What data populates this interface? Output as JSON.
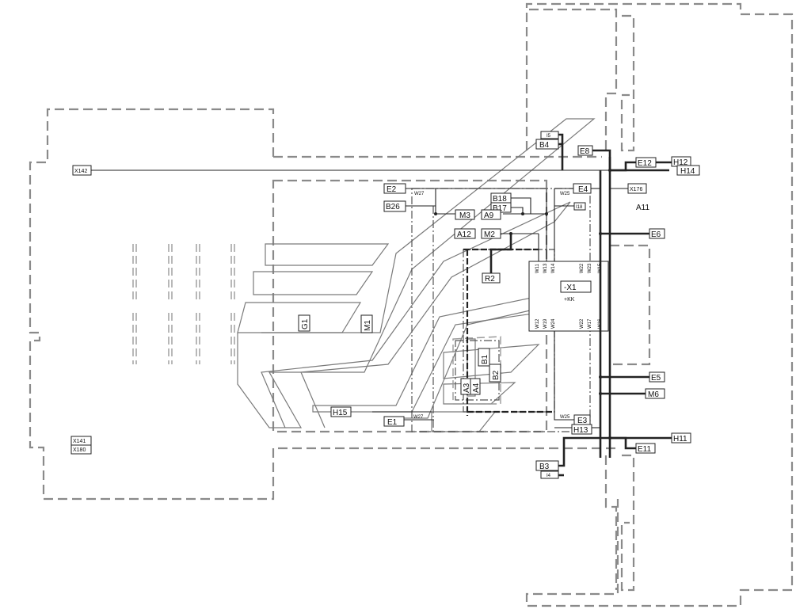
{
  "components": {
    "X142": "X142",
    "X141": "X141",
    "X180": "X180",
    "I5": "I5",
    "B4": "B4",
    "E8": "E8",
    "E12": "E12",
    "H12": "H12",
    "H14": "H14",
    "E2": "E2",
    "E4": "E4",
    "X176": "X176",
    "B18": "B18",
    "B17": "B17",
    "I18": "I18",
    "B26": "B26",
    "M3": "M3",
    "A9": "A9",
    "A11": "A11",
    "A12": "A12",
    "M2": "M2",
    "E6": "E6",
    "R2": "R2",
    "X1": "-X1",
    "KK": "+KK",
    "G1": "G1",
    "M1": "M1",
    "B1": "B1",
    "B2": "B2",
    "A3": "A3",
    "A4": "A4",
    "E5": "E5",
    "M6": "M6",
    "H15": "H15",
    "E1": "E1",
    "E3": "E3",
    "H13": "H13",
    "H11": "H11",
    "E11": "E11",
    "B3": "B3",
    "I4": "I4"
  },
  "wires": {
    "W27a": "W27",
    "W27b": "W27",
    "W25a": "W25",
    "W25b": "W25",
    "W11": "W11",
    "W13": "W13",
    "W14": "W14",
    "W22a": "W22",
    "W23": "W23",
    "W15": "W15",
    "W12": "W12",
    "W19": "W19",
    "W24": "W24",
    "W22b": "W22",
    "W17": "W17",
    "W16": "W16"
  },
  "colors": {
    "outline": "#8a8a8a",
    "wire": "#222222",
    "background": "#ffffff"
  }
}
